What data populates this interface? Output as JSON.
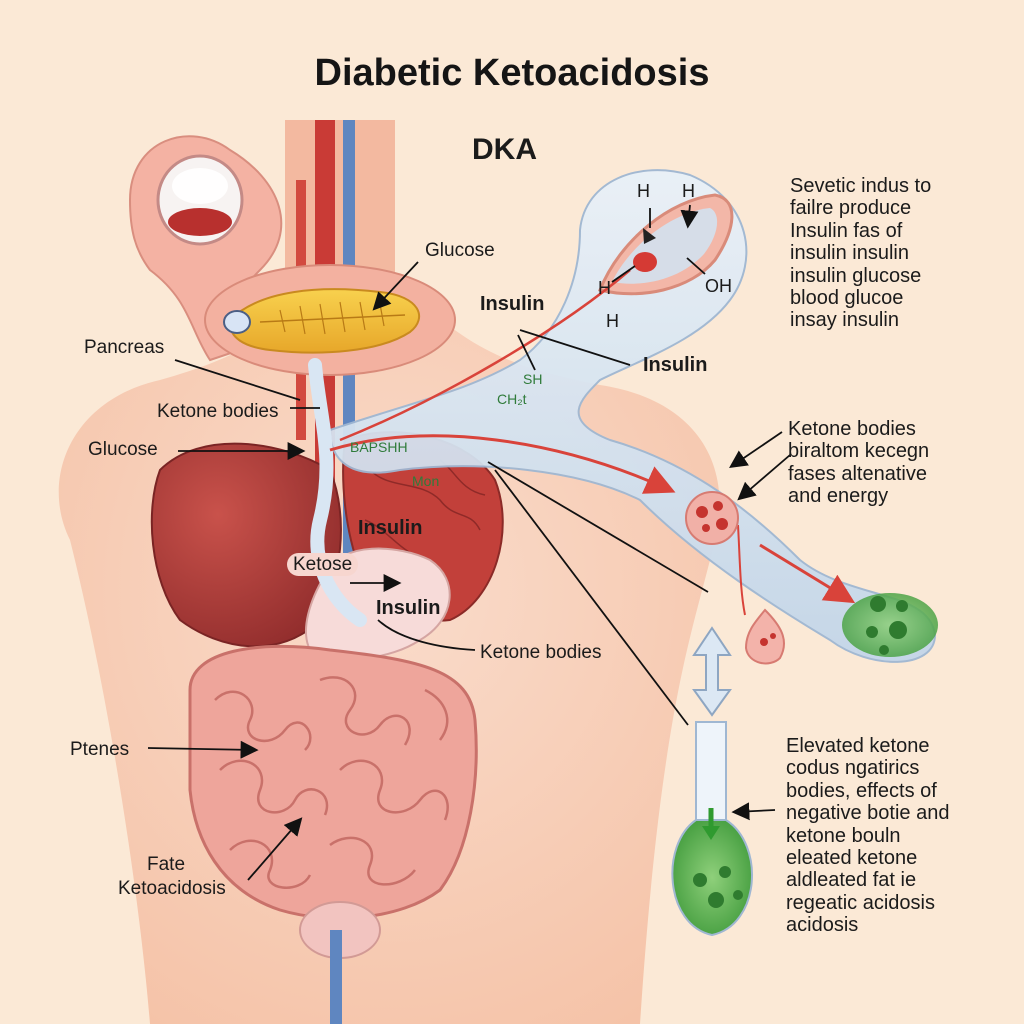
{
  "title": "Diabetic Ketoacidosis",
  "subtitle": "DKA",
  "labels": {
    "glucose_top": "Glucose",
    "pancreas": "Pancreas",
    "ketone_bodies_left": "Ketone bodies",
    "glucose_left": "Glucose",
    "insulin_top": "Insulin",
    "insulin_right": "Insulin",
    "insulin_mid": "Insulin",
    "ketose": "Ketose",
    "insulin_lower": "Insulin",
    "ketone_bodies_lower": "Ketone bodies",
    "ptenes": "Ptenes",
    "fate": "Fate",
    "ketoacidosis": "Ketoacidosis",
    "sh": "SH",
    "chst": "CH₂t",
    "bapsnh": "BAPSHH",
    "mon": "Mon"
  },
  "chem": {
    "h1": "H",
    "h2": "H",
    "h3": "H",
    "h4": "H",
    "oh": "OH"
  },
  "right_text_top": [
    "Sevetic indus to",
    "failre produce",
    "Insulin fas of",
    "insulin insulin",
    "insulin glucose",
    "blood glucoe",
    "insay insulin"
  ],
  "right_text_mid": [
    "Ketone bodies",
    "biraltom kecegn",
    "fases altenative",
    "and energy"
  ],
  "right_text_bottom": [
    "Elevated ketone",
    "codus ngatirics",
    "bodies, effects of",
    "negative botie and",
    "ketone bouln",
    "eleated ketone",
    "aldleated fat ie",
    "regeatic acidosis",
    "acidosis"
  ],
  "colors": {
    "background": "#fbe9d6",
    "skin": "#f8cfb6",
    "organ_red": "#b9403c",
    "pancreas_yellow": "#f3c236",
    "vessel_blue": "#c6d9ec",
    "arrow_red": "#d9433a",
    "ketone_green": "#5aaa4a"
  }
}
